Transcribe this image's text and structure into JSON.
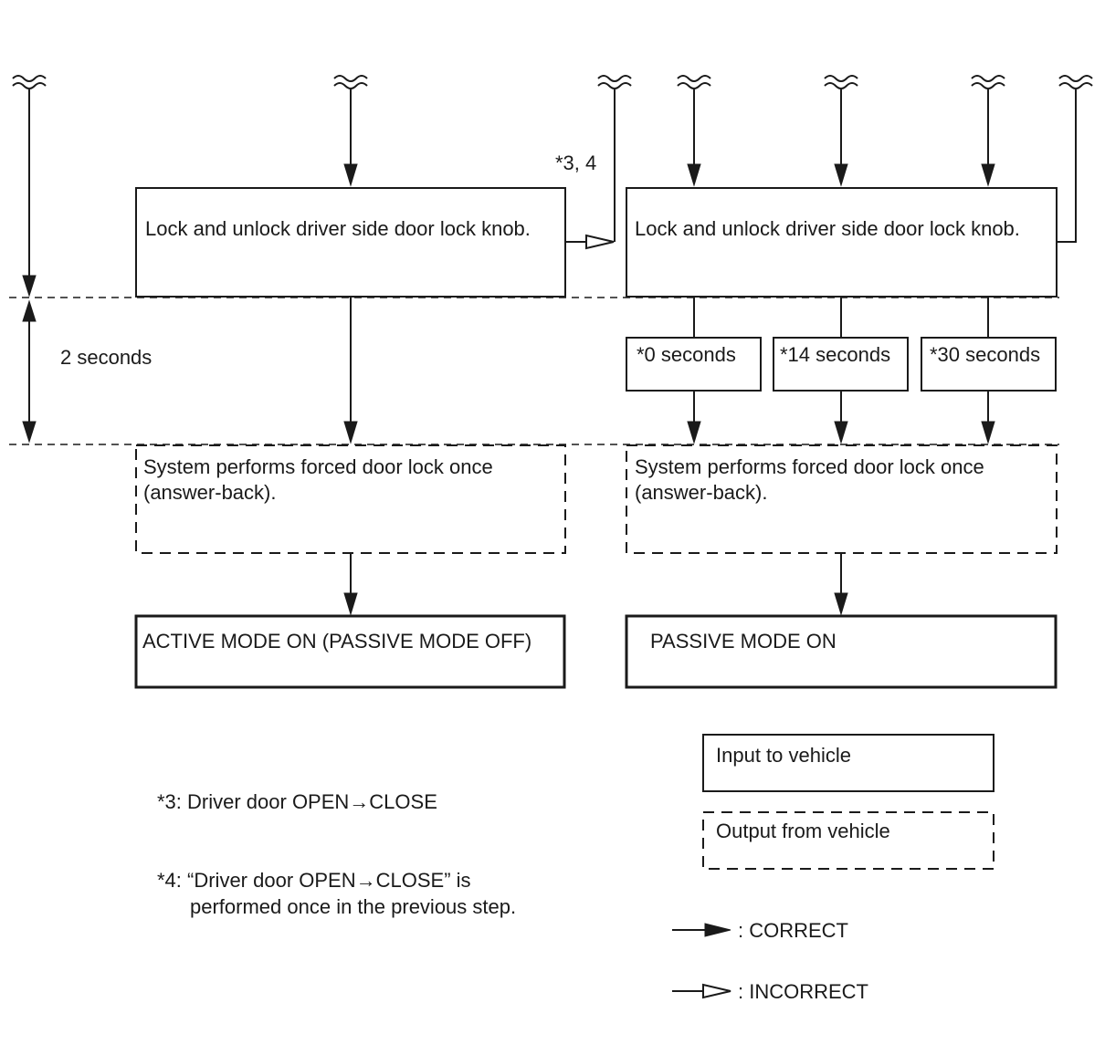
{
  "input_box_left": "Lock and unlock driver side door lock knob.",
  "input_box_right": "Lock and unlock driver side door lock knob.",
  "incorrect_label": "*3, 4",
  "timing_label": "2 seconds",
  "delay_boxes": [
    "*0 seconds",
    "*14 seconds",
    "*30 seconds"
  ],
  "output_box_left": [
    "System performs forced door lock once",
    "(answer-back)."
  ],
  "output_box_right": [
    "System performs forced door lock once",
    "(answer-back)."
  ],
  "result_left": "ACTIVE MODE ON (PASSIVE MODE OFF)",
  "result_right": "PASSIVE MODE ON",
  "notes": {
    "note3": "*3: Driver door OPEN→CLOSE",
    "note4_line1": "*4: “Driver door OPEN→CLOSE” is",
    "note4_line2": "performed once in the previous step."
  },
  "legend": {
    "input": "Input to vehicle",
    "output": "Output from vehicle",
    "correct": ": CORRECT",
    "incorrect": ": INCORRECT"
  }
}
